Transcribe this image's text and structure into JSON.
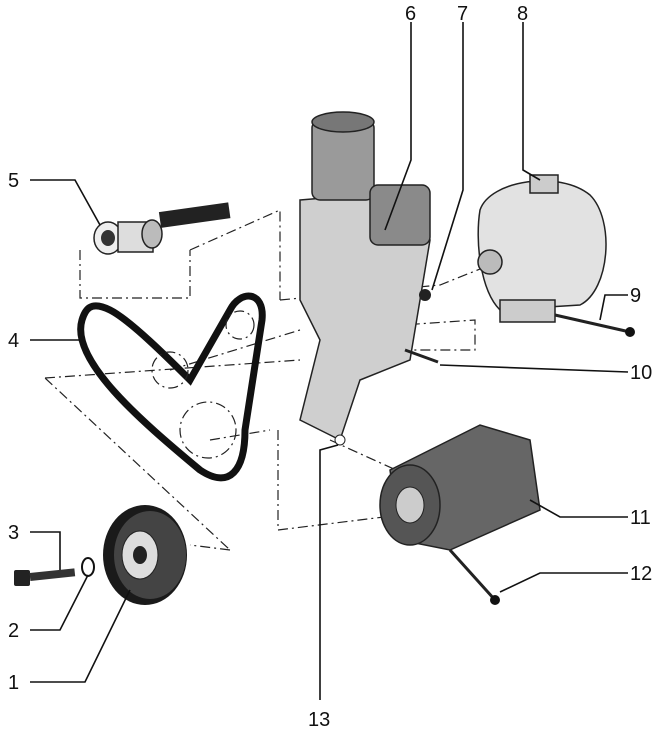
{
  "diagram": {
    "type": "exploded-parts-view",
    "callouts": [
      "1",
      "2",
      "3",
      "4",
      "5",
      "6",
      "7",
      "8",
      "9",
      "10",
      "11",
      "12",
      "13"
    ]
  }
}
